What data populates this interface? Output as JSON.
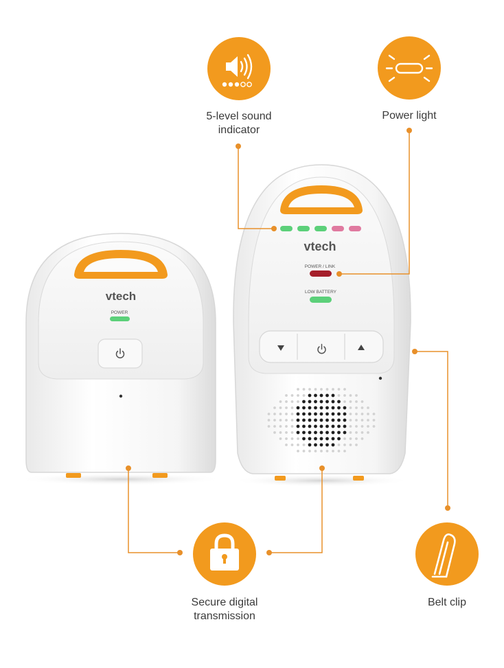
{
  "features": {
    "sound": {
      "label": "5-level sound\nindicator",
      "icon": "speaker-icon"
    },
    "power_light": {
      "label": "Power light",
      "icon": "light-icon"
    },
    "secure": {
      "label": "Secure digital\ntransmission",
      "icon": "lock-icon"
    },
    "belt_clip": {
      "label": "Belt clip",
      "icon": "belt-clip-icon"
    }
  },
  "base_unit": {
    "brand": "vtech",
    "power_label": "POWER"
  },
  "parent_unit": {
    "brand": "vtech",
    "power_link_label": "POWER / LINK",
    "low_battery_label": "LOW BATTERY"
  },
  "colors": {
    "accent": "#f29a1e",
    "callout_line": "#e8902a",
    "green_led": "#5cd07a",
    "red_led": "#a51e2a",
    "pink_led": "#e07aa0"
  }
}
